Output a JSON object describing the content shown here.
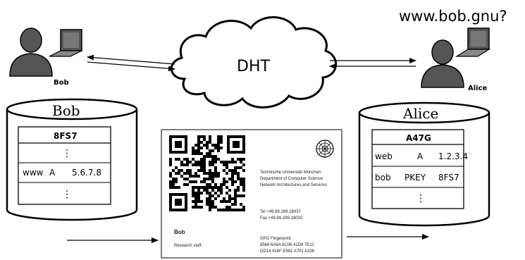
{
  "query": "www.bob.gnu?",
  "cloud_label": "DHT",
  "bob": {
    "name": "Bob",
    "db_title": "Bob",
    "zone_key": "8FS7",
    "records": [
      {
        "name": "",
        "type": "",
        "value": "",
        "ellipsis": "⋮"
      },
      {
        "name": "www",
        "type": "A",
        "value": "5.6.7.8"
      },
      {
        "name": "",
        "type": "",
        "value": "",
        "ellipsis": "⋮"
      }
    ]
  },
  "alice": {
    "name": "Alice",
    "db_title": "Alice",
    "zone_key": "A47G",
    "records": [
      {
        "name": "web",
        "type": "A",
        "value": "1.2.3.4"
      },
      {
        "name": "bob",
        "type": "PKEY",
        "value": "8FS7"
      },
      {
        "name": "",
        "type": "",
        "value": "",
        "ellipsis": "⋮"
      }
    ]
  },
  "business_card": {
    "org_lines": [
      "Technische Universität München",
      "Department of Computer Science",
      "Network Architectures and Services"
    ],
    "tel": "Tel  +49.89.289.18037",
    "fax": "Fax  +49.89.289.18033",
    "person": "Bob",
    "role": "Research staff",
    "fingerprint_label": "GPG Fingerprint:",
    "fingerprint_line1": "8568 6A9A 6C06 41D8 7E11",
    "fingerprint_line2": "DD14 416F E981 A701 A336"
  }
}
